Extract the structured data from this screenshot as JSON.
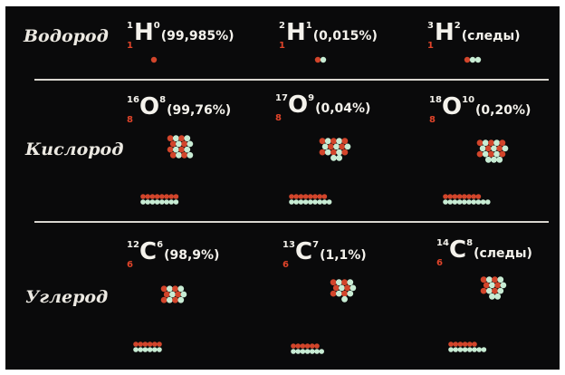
{
  "rows": [
    {
      "label": "Водород",
      "isotopes": [
        {
          "mass": "1",
          "z": "1",
          "symbol": "H",
          "n": "0",
          "abundance": "(99,985%)",
          "protons": 1,
          "neutrons": 0
        },
        {
          "mass": "2",
          "z": "1",
          "symbol": "H",
          "n": "1",
          "abundance": "(0,015%)",
          "protons": 1,
          "neutrons": 1
        },
        {
          "mass": "3",
          "z": "1",
          "symbol": "H",
          "n": "2",
          "abundance": "(следы)",
          "protons": 1,
          "neutrons": 2
        }
      ]
    },
    {
      "label": "Кислород",
      "isotopes": [
        {
          "mass": "16",
          "z": "8",
          "symbol": "O",
          "n": "8",
          "abundance": "(99,76%)",
          "protons": 8,
          "neutrons": 8
        },
        {
          "mass": "17",
          "z": "8",
          "symbol": "O",
          "n": "9",
          "abundance": "(0,04%)",
          "protons": 8,
          "neutrons": 9
        },
        {
          "mass": "18",
          "z": "8",
          "symbol": "O",
          "n": "10",
          "abundance": "(0,20%)",
          "protons": 8,
          "neutrons": 10
        }
      ]
    },
    {
      "label": "Углерод",
      "isotopes": [
        {
          "mass": "12",
          "z": "6",
          "symbol": "C",
          "n": "6",
          "abundance": "(98,9%)",
          "protons": 6,
          "neutrons": 6
        },
        {
          "mass": "13",
          "z": "6",
          "symbol": "C",
          "n": "7",
          "abundance": "(1,1%)",
          "protons": 6,
          "neutrons": 7
        },
        {
          "mass": "14",
          "z": "6",
          "symbol": "C",
          "n": "8",
          "abundance": "(следы)",
          "protons": 6,
          "neutrons": 8
        }
      ]
    }
  ],
  "colors": {
    "proton": "#d2452b",
    "neutron": "#c8ecd4",
    "background": "#0a0a0b"
  }
}
